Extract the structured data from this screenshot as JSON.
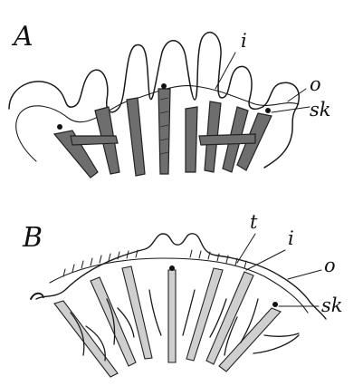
{
  "figure": {
    "panel_a": {
      "letter": "A",
      "labels": {
        "i": "i",
        "o": "o",
        "sk": "sk"
      }
    },
    "panel_b": {
      "letter": "B",
      "labels": {
        "t": "t",
        "i": "i",
        "o": "o",
        "sk": "sk"
      }
    }
  }
}
